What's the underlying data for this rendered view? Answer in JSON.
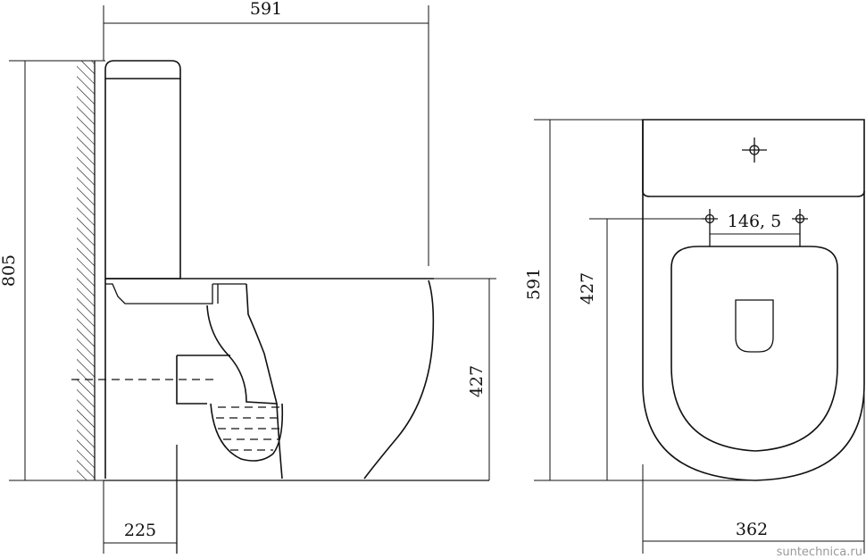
{
  "side_view": {
    "dims": {
      "width": "591",
      "height": "805",
      "seat_height": "427",
      "outlet_offset": "225"
    }
  },
  "top_view": {
    "dims": {
      "depth": "591",
      "seat_depth": "427",
      "fixing_spacing": "146, 5",
      "width": "362"
    }
  },
  "watermark": "suntechnica.ru"
}
